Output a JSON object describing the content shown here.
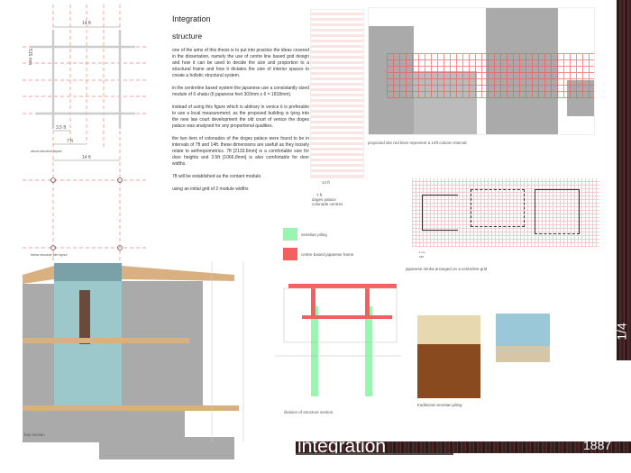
{
  "grid_diagram": {
    "dim_top": "14 ft",
    "dim_side": "515 mm",
    "dim_half": "3.5 ft",
    "dim_module": "7 ft",
    "caption_above": "above structure layout",
    "dim_bottom": "14 ft",
    "caption_below": "below structure pile layout"
  },
  "text": {
    "title": "Integration",
    "subtitle": "structure",
    "paragraphs": [
      "one of the aims of this thesis is to put into practice the ideas covered in the dissertation, namely the use of centre line based grid design and how it can be used to decide the size and proportion to a structural frame and how it dictates the size of interior spaces to create a holistic structural system.",
      "in the centreline based system the japanese use a consistantly sized module of 6 shaku (6 japanese feet 303mm x 6 = 1818mm).",
      "instead of using this figure which is abitrary in venice it is preferable to use a local measurement; as the proposed building is tying into the new law court development the old court of venice the doges palace was analysed for any proportional qualities.",
      "the two tiers of colonades of the doges palace were found to be in intervals of 7ft and 14ft. these dimensions are usefull as they loosely relate to anthropometrics. 7ft [2133.6mm] is a comfortable size for door heights and 3.5ft [1066.8mm] is also comfortable for door widths.",
      "7ft will be established as the contant module.",
      "using an initial grid of 2 module widths"
    ]
  },
  "doges": {
    "dim_14": "14 ft",
    "dim_7": "7 ft",
    "caption": "doges   palace colonade centres"
  },
  "site": {
    "caption": "proposed site red lines represent a 14ft column interval"
  },
  "minka": {
    "caption": "japanese minka arranged on a centreline grid",
    "scale_a": "1 tsu",
    "scale_b": "MM"
  },
  "legend": {
    "items": [
      {
        "label": "venetian piling",
        "color": "#99f5b0"
      },
      {
        "label": "centre based japanese frame",
        "color": "#f46060"
      }
    ]
  },
  "section": {
    "caption": "division of structure section"
  },
  "piling": {
    "caption": "traditional venetian piling"
  },
  "bay": {
    "caption": "bay section"
  },
  "footer": {
    "title": "integration",
    "year": "1887",
    "sheet": "1/4"
  }
}
